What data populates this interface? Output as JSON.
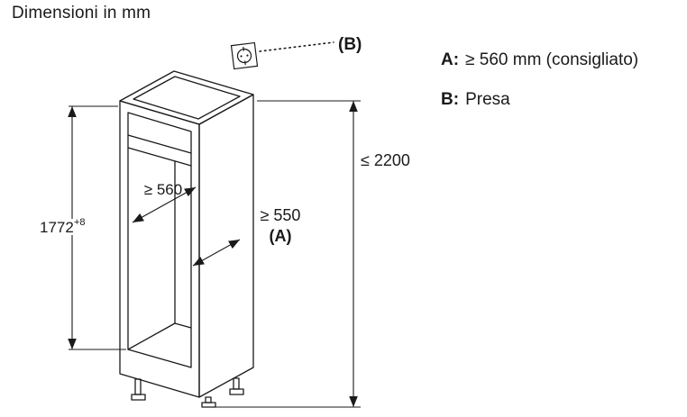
{
  "title": "Dimensioni in mm",
  "legend": {
    "a_label": "A:",
    "a_text": "≥ 560 mm (consigliato)",
    "b_label": "B:",
    "b_text": "Presa"
  },
  "dimensions": {
    "niche_height": "1772",
    "niche_height_tolerance": "+8",
    "niche_depth": "≥ 560",
    "side_depth": "≥ 550",
    "side_depth_ref": "(A)",
    "max_height": "≤ 2200",
    "socket_ref": "(B)"
  },
  "colors": {
    "line": "#1a1a1a",
    "background": "#ffffff"
  }
}
